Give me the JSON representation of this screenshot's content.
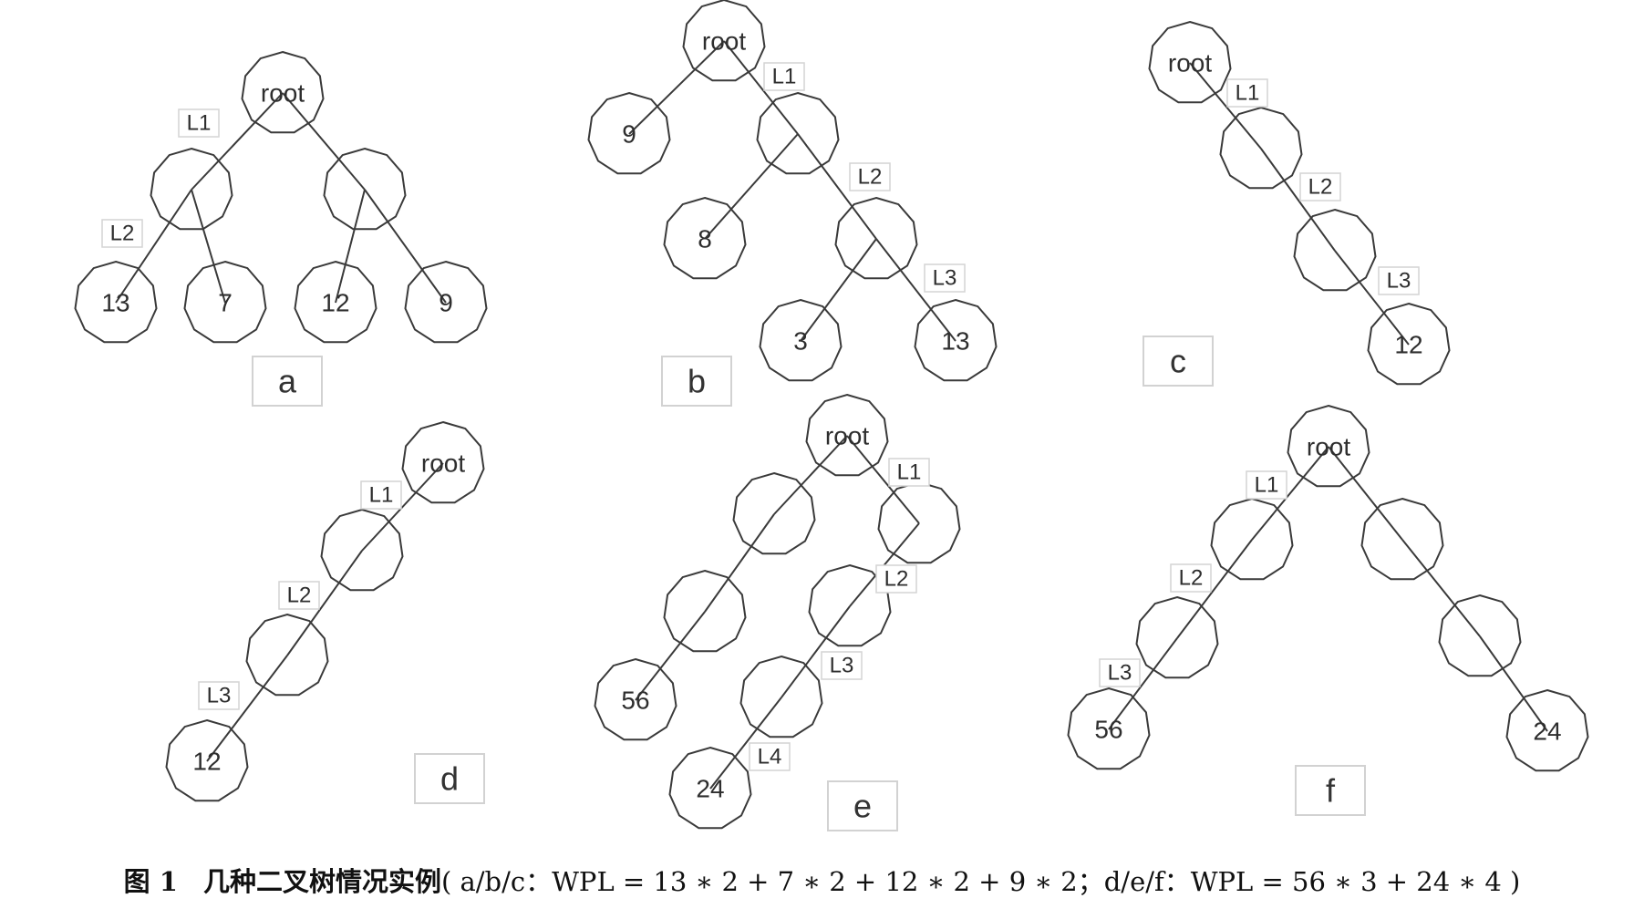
{
  "caption": {
    "number": "图 1",
    "title": "几种二叉树情况实例",
    "formula": "( a/b/c：WPL = 13 ∗ 2 + 7 ∗ 2 + 12 ∗ 2 + 9 ∗ 2；d/e/f：WPL = 56 ∗ 3 + 24 ∗ 4 )"
  },
  "colors": {
    "stroke": "#3a3a3a",
    "text": "#2e2e2e",
    "label_box": "#d4d4d4"
  },
  "trees": [
    {
      "id": "a",
      "panel_label": "a",
      "nodes": [
        {
          "id": "r",
          "label": "root"
        },
        {
          "id": "n1",
          "label": ""
        },
        {
          "id": "n2",
          "label": ""
        },
        {
          "id": "l13",
          "label": "13"
        },
        {
          "id": "l7",
          "label": "7"
        },
        {
          "id": "l12",
          "label": "12"
        },
        {
          "id": "l9",
          "label": "9"
        }
      ],
      "edges": [
        [
          "r",
          "n1"
        ],
        [
          "r",
          "n2"
        ],
        [
          "n1",
          "l13"
        ],
        [
          "n1",
          "l7"
        ],
        [
          "n2",
          "l12"
        ],
        [
          "n2",
          "l9"
        ]
      ],
      "level_labels": [
        "L1",
        "L2"
      ]
    },
    {
      "id": "b",
      "panel_label": "b",
      "nodes": [
        {
          "id": "r",
          "label": "root"
        },
        {
          "id": "l9",
          "label": "9"
        },
        {
          "id": "n1",
          "label": ""
        },
        {
          "id": "l8",
          "label": "8"
        },
        {
          "id": "n2",
          "label": ""
        },
        {
          "id": "l3",
          "label": "3"
        },
        {
          "id": "l13",
          "label": "13"
        }
      ],
      "edges": [
        [
          "r",
          "l9"
        ],
        [
          "r",
          "n1"
        ],
        [
          "n1",
          "l8"
        ],
        [
          "n1",
          "n2"
        ],
        [
          "n2",
          "l3"
        ],
        [
          "n2",
          "l13"
        ]
      ],
      "level_labels": [
        "L1",
        "L2",
        "L3"
      ]
    },
    {
      "id": "c",
      "panel_label": "c",
      "nodes": [
        {
          "id": "r",
          "label": "root"
        },
        {
          "id": "n1",
          "label": ""
        },
        {
          "id": "n2",
          "label": ""
        },
        {
          "id": "l12",
          "label": "12"
        }
      ],
      "edges": [
        [
          "r",
          "n1"
        ],
        [
          "n1",
          "n2"
        ],
        [
          "n2",
          "l12"
        ]
      ],
      "level_labels": [
        "L1",
        "L2",
        "L3"
      ]
    },
    {
      "id": "d",
      "panel_label": "d",
      "nodes": [
        {
          "id": "r",
          "label": "root"
        },
        {
          "id": "n1",
          "label": ""
        },
        {
          "id": "n2",
          "label": ""
        },
        {
          "id": "l12",
          "label": "12"
        }
      ],
      "edges": [
        [
          "r",
          "n1"
        ],
        [
          "n1",
          "n2"
        ],
        [
          "n2",
          "l12"
        ]
      ],
      "level_labels": [
        "L1",
        "L2",
        "L3"
      ]
    },
    {
      "id": "e",
      "panel_label": "e",
      "nodes": [
        {
          "id": "r",
          "label": "root"
        },
        {
          "id": "a1",
          "label": ""
        },
        {
          "id": "a2",
          "label": ""
        },
        {
          "id": "l56",
          "label": "56"
        },
        {
          "id": "b1",
          "label": ""
        },
        {
          "id": "b2",
          "label": ""
        },
        {
          "id": "b3",
          "label": ""
        },
        {
          "id": "l24",
          "label": "24"
        }
      ],
      "edges": [
        [
          "r",
          "a1"
        ],
        [
          "a1",
          "a2"
        ],
        [
          "a2",
          "l56"
        ],
        [
          "r",
          "b1"
        ],
        [
          "b1",
          "b2"
        ],
        [
          "b2",
          "b3"
        ],
        [
          "b3",
          "l24"
        ]
      ],
      "level_labels": [
        "L1",
        "L2",
        "L3",
        "L4"
      ]
    },
    {
      "id": "f",
      "panel_label": "f",
      "nodes": [
        {
          "id": "r",
          "label": "root"
        },
        {
          "id": "a1",
          "label": ""
        },
        {
          "id": "a2",
          "label": ""
        },
        {
          "id": "l56",
          "label": "56"
        },
        {
          "id": "b1",
          "label": ""
        },
        {
          "id": "b2",
          "label": ""
        },
        {
          "id": "l24",
          "label": "24"
        }
      ],
      "edges": [
        [
          "r",
          "a1"
        ],
        [
          "a1",
          "a2"
        ],
        [
          "a2",
          "l56"
        ],
        [
          "r",
          "b1"
        ],
        [
          "b1",
          "b2"
        ],
        [
          "b2",
          "l24"
        ]
      ],
      "level_labels": [
        "L1",
        "L2",
        "L3"
      ]
    }
  ]
}
